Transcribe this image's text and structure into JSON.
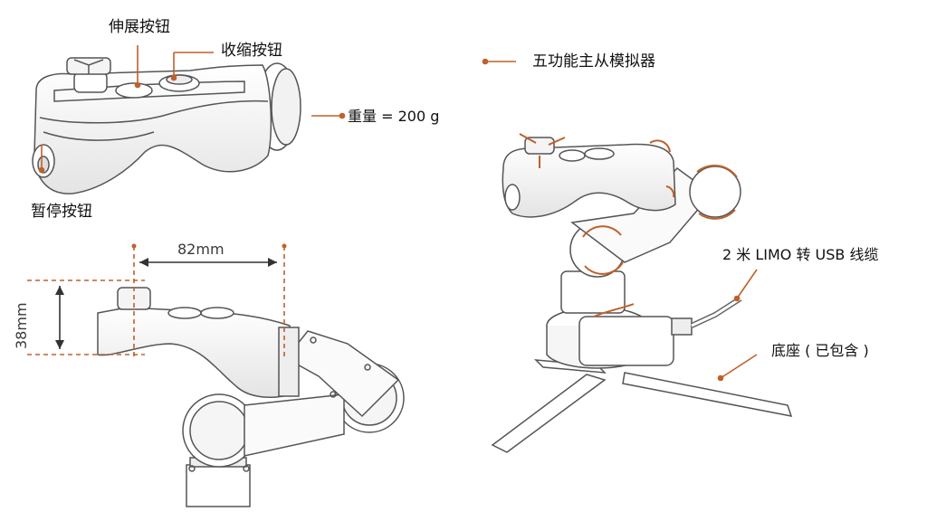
{
  "labels": {
    "extend_button": "伸展按钮",
    "retract_button": "收缩按钮",
    "pause_button": "暂停按钮",
    "weight": "重量 = 200 g",
    "simulator": "五功能主从模拟器",
    "cable": "2 米 LIMO 转 USB 线缆",
    "base": "底座 ( 已包含 )"
  },
  "dimensions": {
    "width": "82mm",
    "height": "38mm"
  },
  "colors": {
    "accent": "#c0602a",
    "line": "#555555",
    "shade": "#d8d8d8",
    "dim_line": "#333333"
  }
}
